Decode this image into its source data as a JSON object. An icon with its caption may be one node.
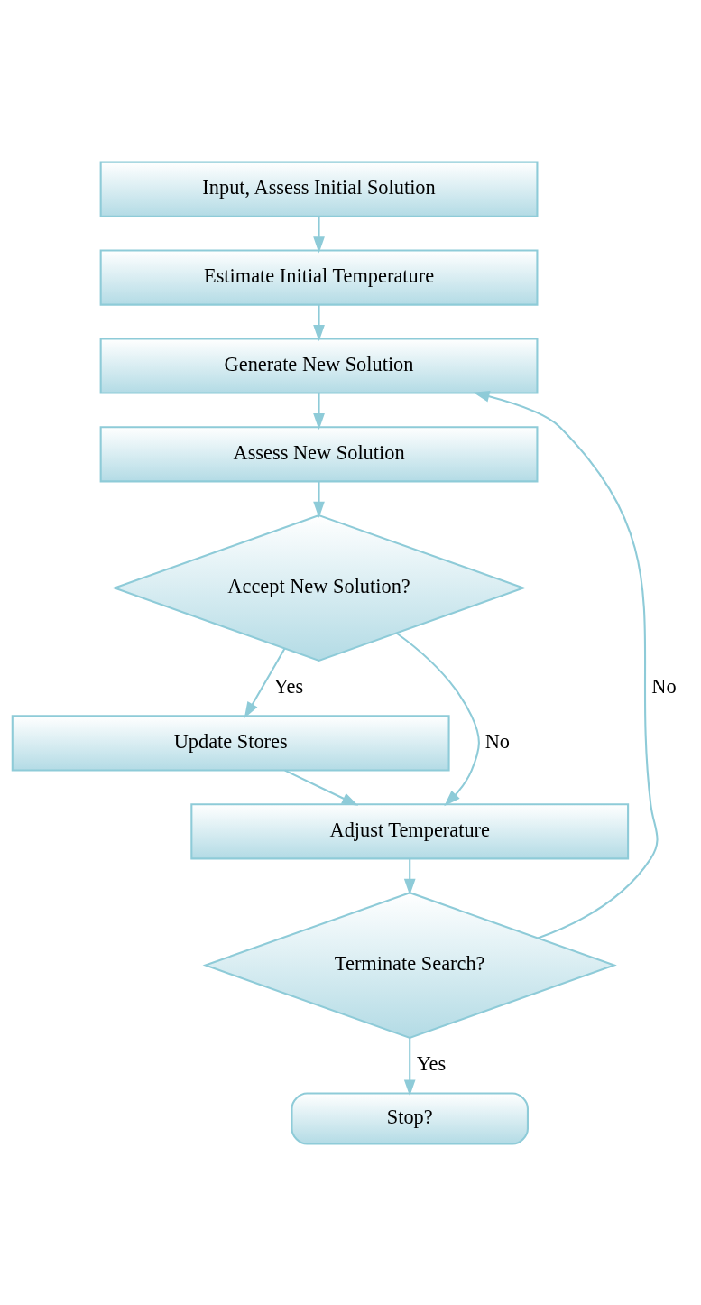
{
  "diagram": {
    "nodes": [
      {
        "text": [
          "Input, Assess Initial Solution"
        ]
      },
      {
        "text": [
          "Estimate Initial Temperature"
        ]
      },
      {
        "text": [
          "Generate New Solution"
        ]
      },
      {
        "text": [
          "Assess New Solution"
        ]
      },
      {
        "text": [
          "Accept New Solution?"
        ]
      },
      {
        "text": [
          "Update Stores"
        ]
      },
      {
        "text": [
          "Adjust Temperature"
        ]
      },
      {
        "text": [
          "Terminate Search?"
        ]
      },
      {
        "text": [
          "Stop?"
        ]
      }
    ],
    "edges": [
      {
        "from": 0,
        "to": 1,
        "arrow": "to"
      },
      {
        "from": 1,
        "to": 2,
        "arrow": "to"
      },
      {
        "from": 2,
        "to": 3,
        "arrow": "to"
      },
      {
        "from": 3,
        "to": 4,
        "arrow": "to"
      },
      {
        "from": 4,
        "to": 5,
        "arrow": "to",
        "label": "Yes"
      },
      {
        "from": 4,
        "to": 6,
        "arrow": "to",
        "label": "No"
      },
      {
        "from": 5,
        "to": 6,
        "arrow": "to"
      },
      {
        "from": 6,
        "to": 7,
        "arrow": "to"
      },
      {
        "from": 7,
        "to": 2,
        "arrow": "to",
        "label": "No"
      },
      {
        "from": 7,
        "to": 8,
        "arrow": "to",
        "label": "Yes"
      }
    ]
  }
}
